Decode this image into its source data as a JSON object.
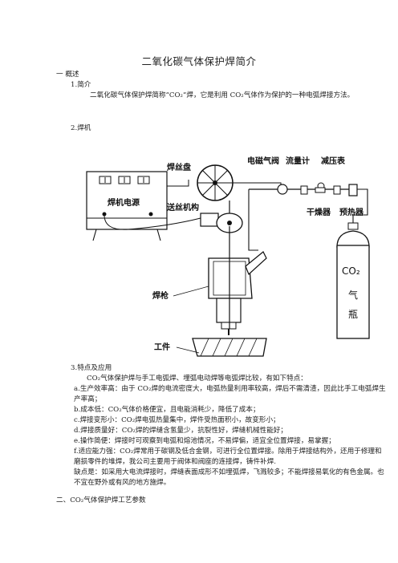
{
  "doc": {
    "title": "二氧化碳气体保护焊简介",
    "section1": "一 概述",
    "s1_1": "1.简介",
    "intro": "二氧化碳气体保护焊简称“CO₂”焊，它是利用 CO₂气体作为保护的一种电弧焊接方法。",
    "s1_2": "2.焊机",
    "s1_3": "3.特点及应用",
    "lead": "CO₂气体保护焊与手工电弧焊、埋弧电动焊等电弧焊比较，有如下特点：",
    "item_a": "a.生产效率高：由于 CO₂焊的电流密度大，电弧热量利用率较高，焊后不需清渣，因此比手工电弧焊生产率高；",
    "item_b": "b.成本低：CO₂气体价格便宜，且电能消耗少，降低了成本；",
    "item_c": "c.焊接变形小：CO₂焊电弧热量集中，焊件受热面积小，故变形小；",
    "item_d": "d.焊接质量好：CO₂焊的焊缝含氢量少，抗裂性好，焊缝机械性能好；",
    "item_e": "e.操作简便：焊接时可观察到电弧和熔池情况，不易焊偏，适宜全位置焊接，易掌握；",
    "item_f": "f.适应能力强：CO₂焊常用于碳钢及低合金钢，可进行全位置焊接。除用于焊接结构外，还用于修理和磨损零件的堆焊，我公司主要用于阀体和阀座的连接焊，铸件补焊.",
    "shortcoming": "缺点是：如采用大电流焊接时，焊缝表面成形不如埋弧焊，飞溅较多；不能焊接易氧化的有色金属。也不宜在野外或有风的地方施焊。",
    "section2": "二、CO₂气体保护焊工艺参数"
  },
  "diagram": {
    "power_source": "焊机电源",
    "wire_spool": "焊丝盘",
    "wire_feeder": "送丝机构",
    "torch": "焊枪",
    "workpiece": "工件",
    "solenoid_valve": "电磁气阀",
    "flowmeter": "流量计",
    "regulator": "减压表",
    "dryer": "干燥器",
    "preheater": "预热器",
    "cylinder_formula": "CO₂",
    "cylinder_char1": "气",
    "cylinder_char2": "瓶"
  }
}
